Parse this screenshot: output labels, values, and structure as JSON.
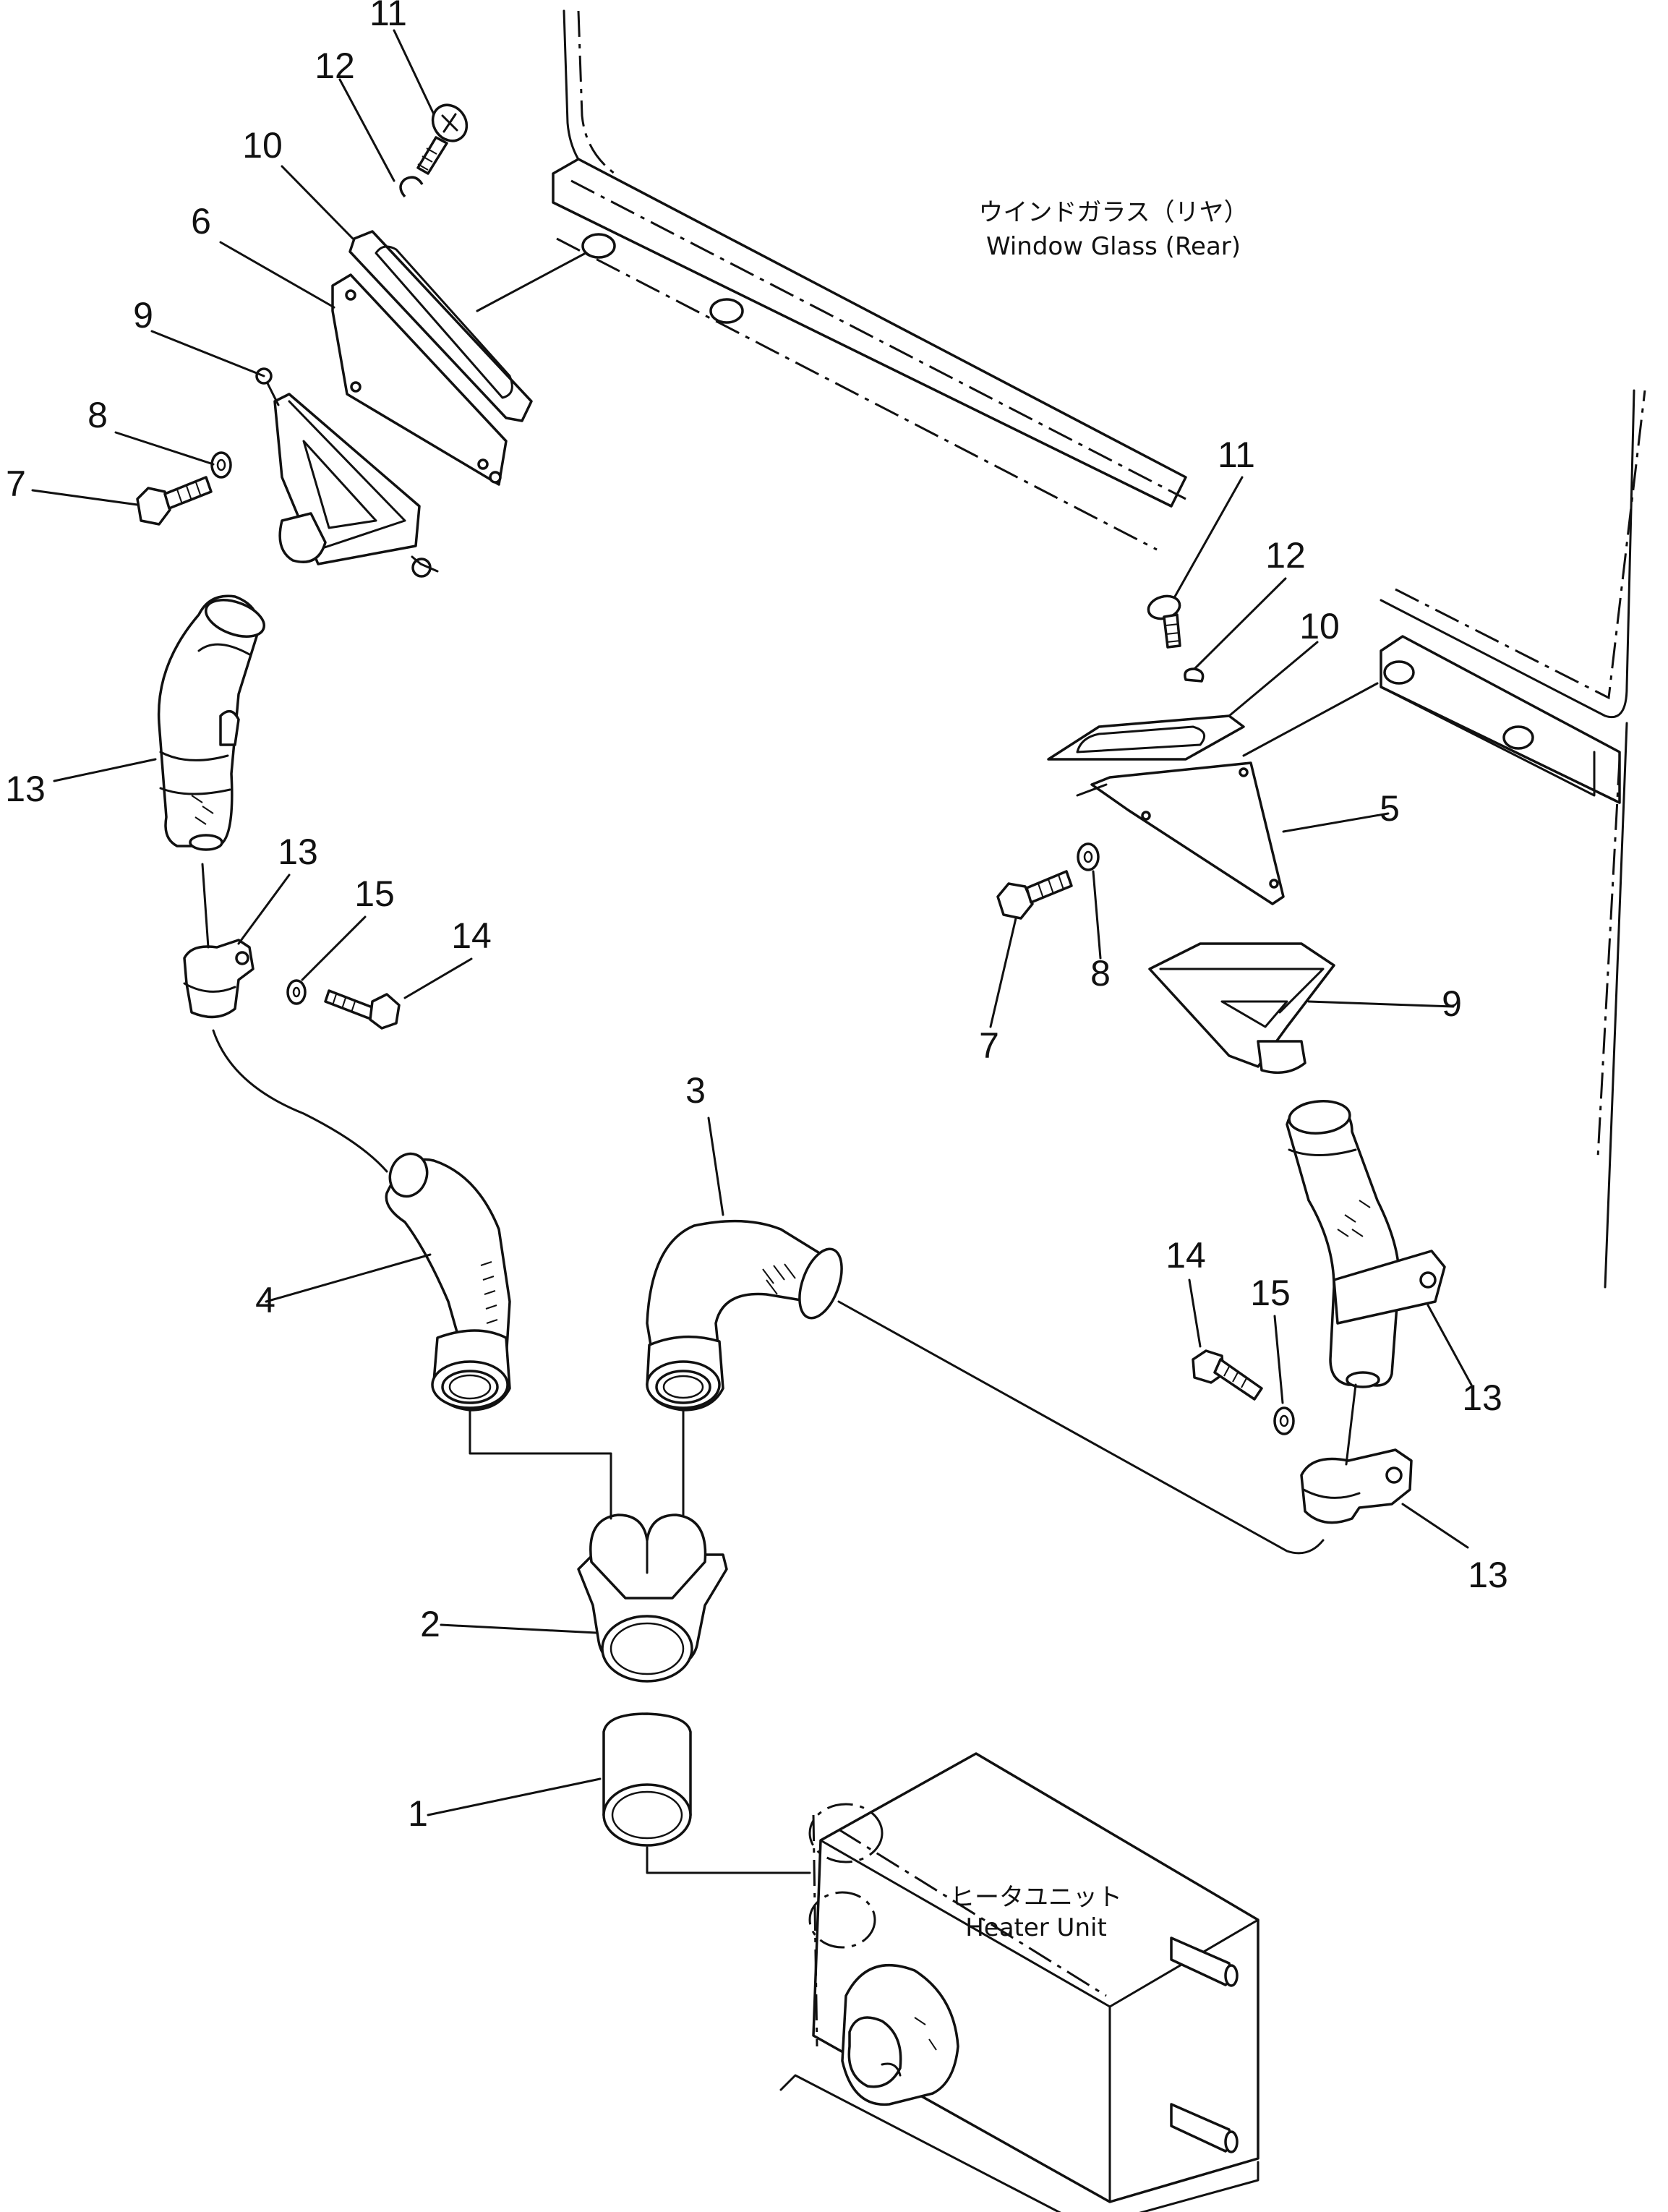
{
  "labels": {
    "window_glass_jp": "ウインドガラス（リヤ）",
    "window_glass_en": "Window Glass (Rear)",
    "heater_unit_jp": "ヒータユニット",
    "heater_unit_en": "Heater Unit"
  },
  "callouts": {
    "n1": "1",
    "n2": "2",
    "n3": "3",
    "n4": "4",
    "n5": "5",
    "n6": "6",
    "n7": "7",
    "n8": "8",
    "n9": "9",
    "n10": "10",
    "n11": "11",
    "n12": "12",
    "n13": "13",
    "n14": "14",
    "n15": "15"
  }
}
